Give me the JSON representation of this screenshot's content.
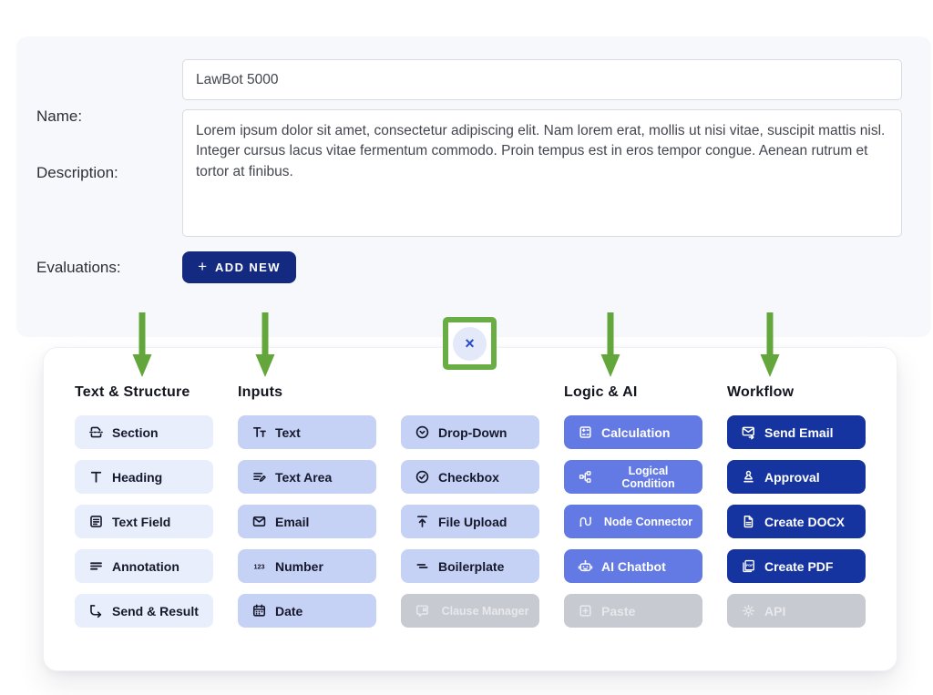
{
  "form": {
    "name_label": "Name:",
    "name_value": "LawBot 5000",
    "description_label": "Description:",
    "description_value": "Lorem ipsum dolor sit amet, consectetur adipiscing elit. Nam lorem erat, mollis ut nisi vitae, suscipit mattis nisl. Integer cursus lacus vitae fermentum commodo. Proin tempus est in eros tempor congue. Aenean rutrum et tortor at finibus.",
    "evaluations_label": "Evaluations:",
    "add_new": {
      "plus": "+",
      "label": "ADD NEW"
    }
  },
  "overlay": {
    "close_icon": "×",
    "arrow_color": "#63a73c",
    "close_border_color": "#68ae45",
    "arrow_targets": [
      "text-structure-column",
      "inputs-column",
      "logic-ai-column",
      "workflow-column"
    ]
  },
  "palette": {
    "columns": [
      {
        "header": "Text & Structure",
        "style": "lightest",
        "items": [
          {
            "label": "Section",
            "icon": "section-icon"
          },
          {
            "label": "Heading",
            "icon": "heading-icon"
          },
          {
            "label": "Text Field",
            "icon": "text-field-icon"
          },
          {
            "label": "Annotation",
            "icon": "annotation-icon"
          },
          {
            "label": "Send & Result",
            "icon": "send-result-icon"
          }
        ]
      },
      {
        "header": "Inputs",
        "style": "light",
        "items": [
          {
            "label": "Text",
            "icon": "text-icon"
          },
          {
            "label": "Text Area",
            "icon": "text-area-icon"
          },
          {
            "label": "Email",
            "icon": "email-icon"
          },
          {
            "label": "Number",
            "icon": "number-icon"
          },
          {
            "label": "Date",
            "icon": "date-icon"
          }
        ]
      },
      {
        "header": "",
        "style": "light",
        "items": [
          {
            "label": "Drop-Down",
            "icon": "drop-down-icon"
          },
          {
            "label": "Checkbox",
            "icon": "checkbox-icon"
          },
          {
            "label": "File Upload",
            "icon": "file-upload-icon"
          },
          {
            "label": "Boilerplate",
            "icon": "boilerplate-icon"
          },
          {
            "label": "Clause Manager",
            "icon": "clause-manager-icon",
            "disabled": true
          }
        ]
      },
      {
        "header": "Logic & AI",
        "style": "medium",
        "items": [
          {
            "label": "Calculation",
            "icon": "calculation-icon"
          },
          {
            "label": "Logical Condition",
            "icon": "logical-condition-icon"
          },
          {
            "label": "Node Connector",
            "icon": "node-connector-icon"
          },
          {
            "label": "AI Chatbot",
            "icon": "ai-chatbot-icon"
          },
          {
            "label": "Paste",
            "icon": "paste-icon",
            "disabled": true
          }
        ]
      },
      {
        "header": "Workflow",
        "style": "dark",
        "items": [
          {
            "label": "Send Email",
            "icon": "send-email-icon"
          },
          {
            "label": "Approval",
            "icon": "approval-icon"
          },
          {
            "label": "Create DOCX",
            "icon": "create-docx-icon"
          },
          {
            "label": "Create PDF",
            "icon": "create-pdf-icon"
          },
          {
            "label": "API",
            "icon": "api-icon",
            "disabled": true
          }
        ]
      }
    ]
  },
  "colors": {
    "page_background": "#ffffff",
    "top_card_background": "#f7f8fb",
    "add_new_button": "#142a80",
    "annotation_green": "#63a73c",
    "close_x_blue": "#2b4ec7",
    "close_circle": "#e3e9f8",
    "button_lightest": "#e9eefc",
    "button_light": "#c6d1f6",
    "button_medium": "#6379e4",
    "button_dark": "#1634a0",
    "button_disabled": "#c8cad1"
  }
}
